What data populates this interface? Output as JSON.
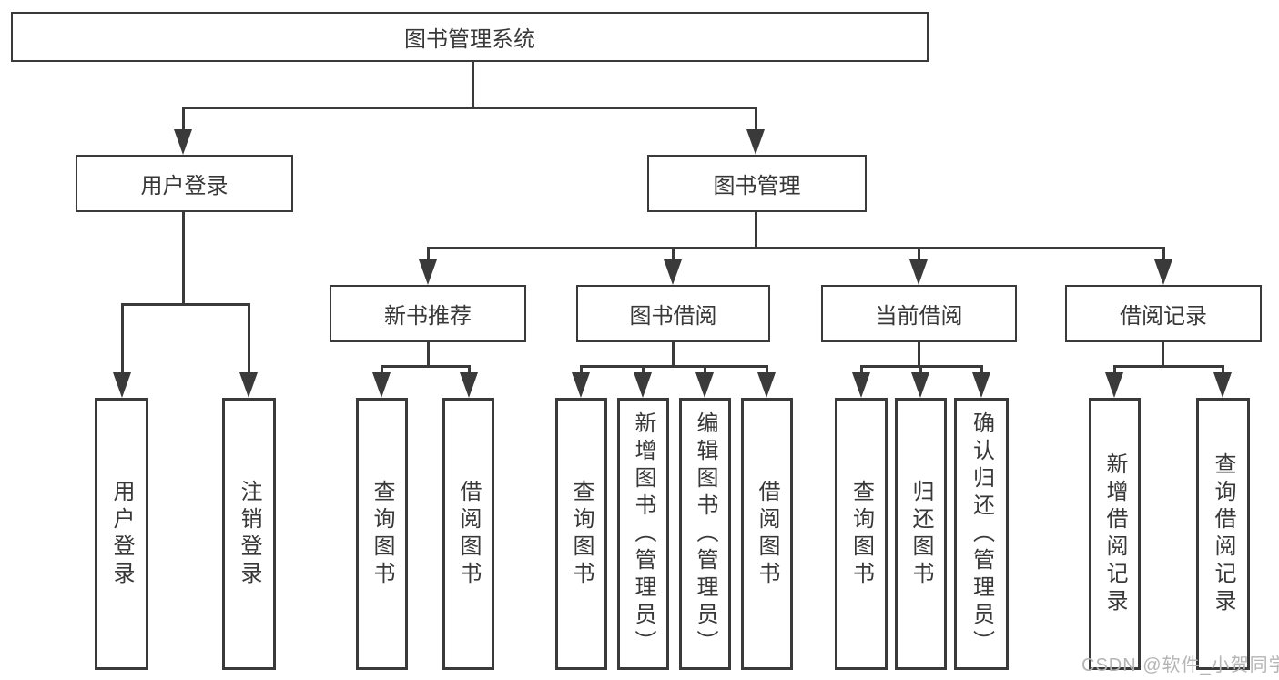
{
  "diagram": {
    "root": {
      "label": "图书管理系统"
    },
    "level2": {
      "user_login": {
        "label": "用户登录"
      },
      "book_management": {
        "label": "图书管理"
      }
    },
    "level3": {
      "new_book_recommend": {
        "label": "新书推荐"
      },
      "book_borrow": {
        "label": "图书借阅"
      },
      "current_borrow": {
        "label": "当前借阅"
      },
      "borrow_records": {
        "label": "借阅记录"
      }
    },
    "leaves": {
      "user_login_leaf": {
        "label": "用户登录"
      },
      "logout_leaf": {
        "label": "注销登录"
      },
      "recommend_query_books": {
        "label": "查询图书"
      },
      "recommend_borrow_books": {
        "label": "借阅图书"
      },
      "borrow_query_books": {
        "label": "查询图书"
      },
      "borrow_add_books_admin": {
        "label": "新增图书（管理员）"
      },
      "borrow_edit_books_admin": {
        "label": "编辑图书（管理员）"
      },
      "borrow_borrow_books": {
        "label": "借阅图书"
      },
      "current_query_books": {
        "label": "查询图书"
      },
      "current_return_books": {
        "label": "归还图书"
      },
      "current_confirm_return_admin": {
        "label": "确认归还（管理员）"
      },
      "records_add_record": {
        "label": "新增借阅记录"
      },
      "records_query_record": {
        "label": "查询借阅记录"
      }
    }
  },
  "watermark": {
    "text": "CSDN @软件_小贺同学"
  },
  "colors": {
    "line": "#3a3a3a",
    "text": "#383838",
    "watermark": "#b5b5b5",
    "background": "#ffffff"
  }
}
